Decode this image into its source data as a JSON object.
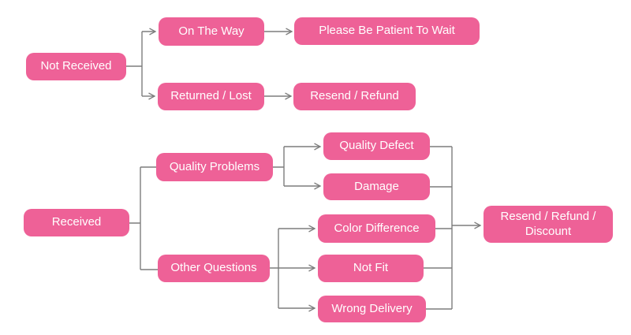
{
  "colors": {
    "node_fill": "#ee6197",
    "node_text": "#ffffff",
    "connector": "#7d7d7d"
  },
  "flowchart": {
    "type": "decision-tree",
    "nodes": {
      "not_received": {
        "label": "Not Received"
      },
      "on_the_way": {
        "label": "On The Way"
      },
      "please_wait": {
        "label": "Please Be Patient To Wait"
      },
      "returned_lost": {
        "label": "Returned / Lost"
      },
      "resend_refund": {
        "label": "Resend / Refund"
      },
      "received": {
        "label": "Received"
      },
      "quality_problems": {
        "label": "Quality Problems"
      },
      "other_questions": {
        "label": "Other Questions"
      },
      "quality_defect": {
        "label": "Quality Defect"
      },
      "damage": {
        "label": "Damage"
      },
      "color_difference": {
        "label": "Color Difference"
      },
      "not_fit": {
        "label": "Not Fit"
      },
      "wrong_delivery": {
        "label": "Wrong Delivery"
      },
      "resend_refund_discount": {
        "label": "Resend / Refund / Discount"
      }
    },
    "edges": [
      {
        "from": "Not Received",
        "to": "On The Way"
      },
      {
        "from": "Not Received",
        "to": "Returned / Lost"
      },
      {
        "from": "On The Way",
        "to": "Please Be Patient To Wait"
      },
      {
        "from": "Returned / Lost",
        "to": "Resend / Refund"
      },
      {
        "from": "Received",
        "to": "Quality Problems"
      },
      {
        "from": "Received",
        "to": "Other Questions"
      },
      {
        "from": "Quality Problems",
        "to": "Quality Defect"
      },
      {
        "from": "Quality Problems",
        "to": "Damage"
      },
      {
        "from": "Other Questions",
        "to": "Color Difference"
      },
      {
        "from": "Other Questions",
        "to": "Not Fit"
      },
      {
        "from": "Other Questions",
        "to": "Wrong Delivery"
      },
      {
        "from": "Quality Defect",
        "to": "Resend / Refund / Discount"
      },
      {
        "from": "Damage",
        "to": "Resend / Refund / Discount"
      },
      {
        "from": "Color Difference",
        "to": "Resend / Refund / Discount"
      },
      {
        "from": "Not Fit",
        "to": "Resend / Refund / Discount"
      },
      {
        "from": "Wrong Delivery",
        "to": "Resend / Refund / Discount"
      }
    ]
  }
}
